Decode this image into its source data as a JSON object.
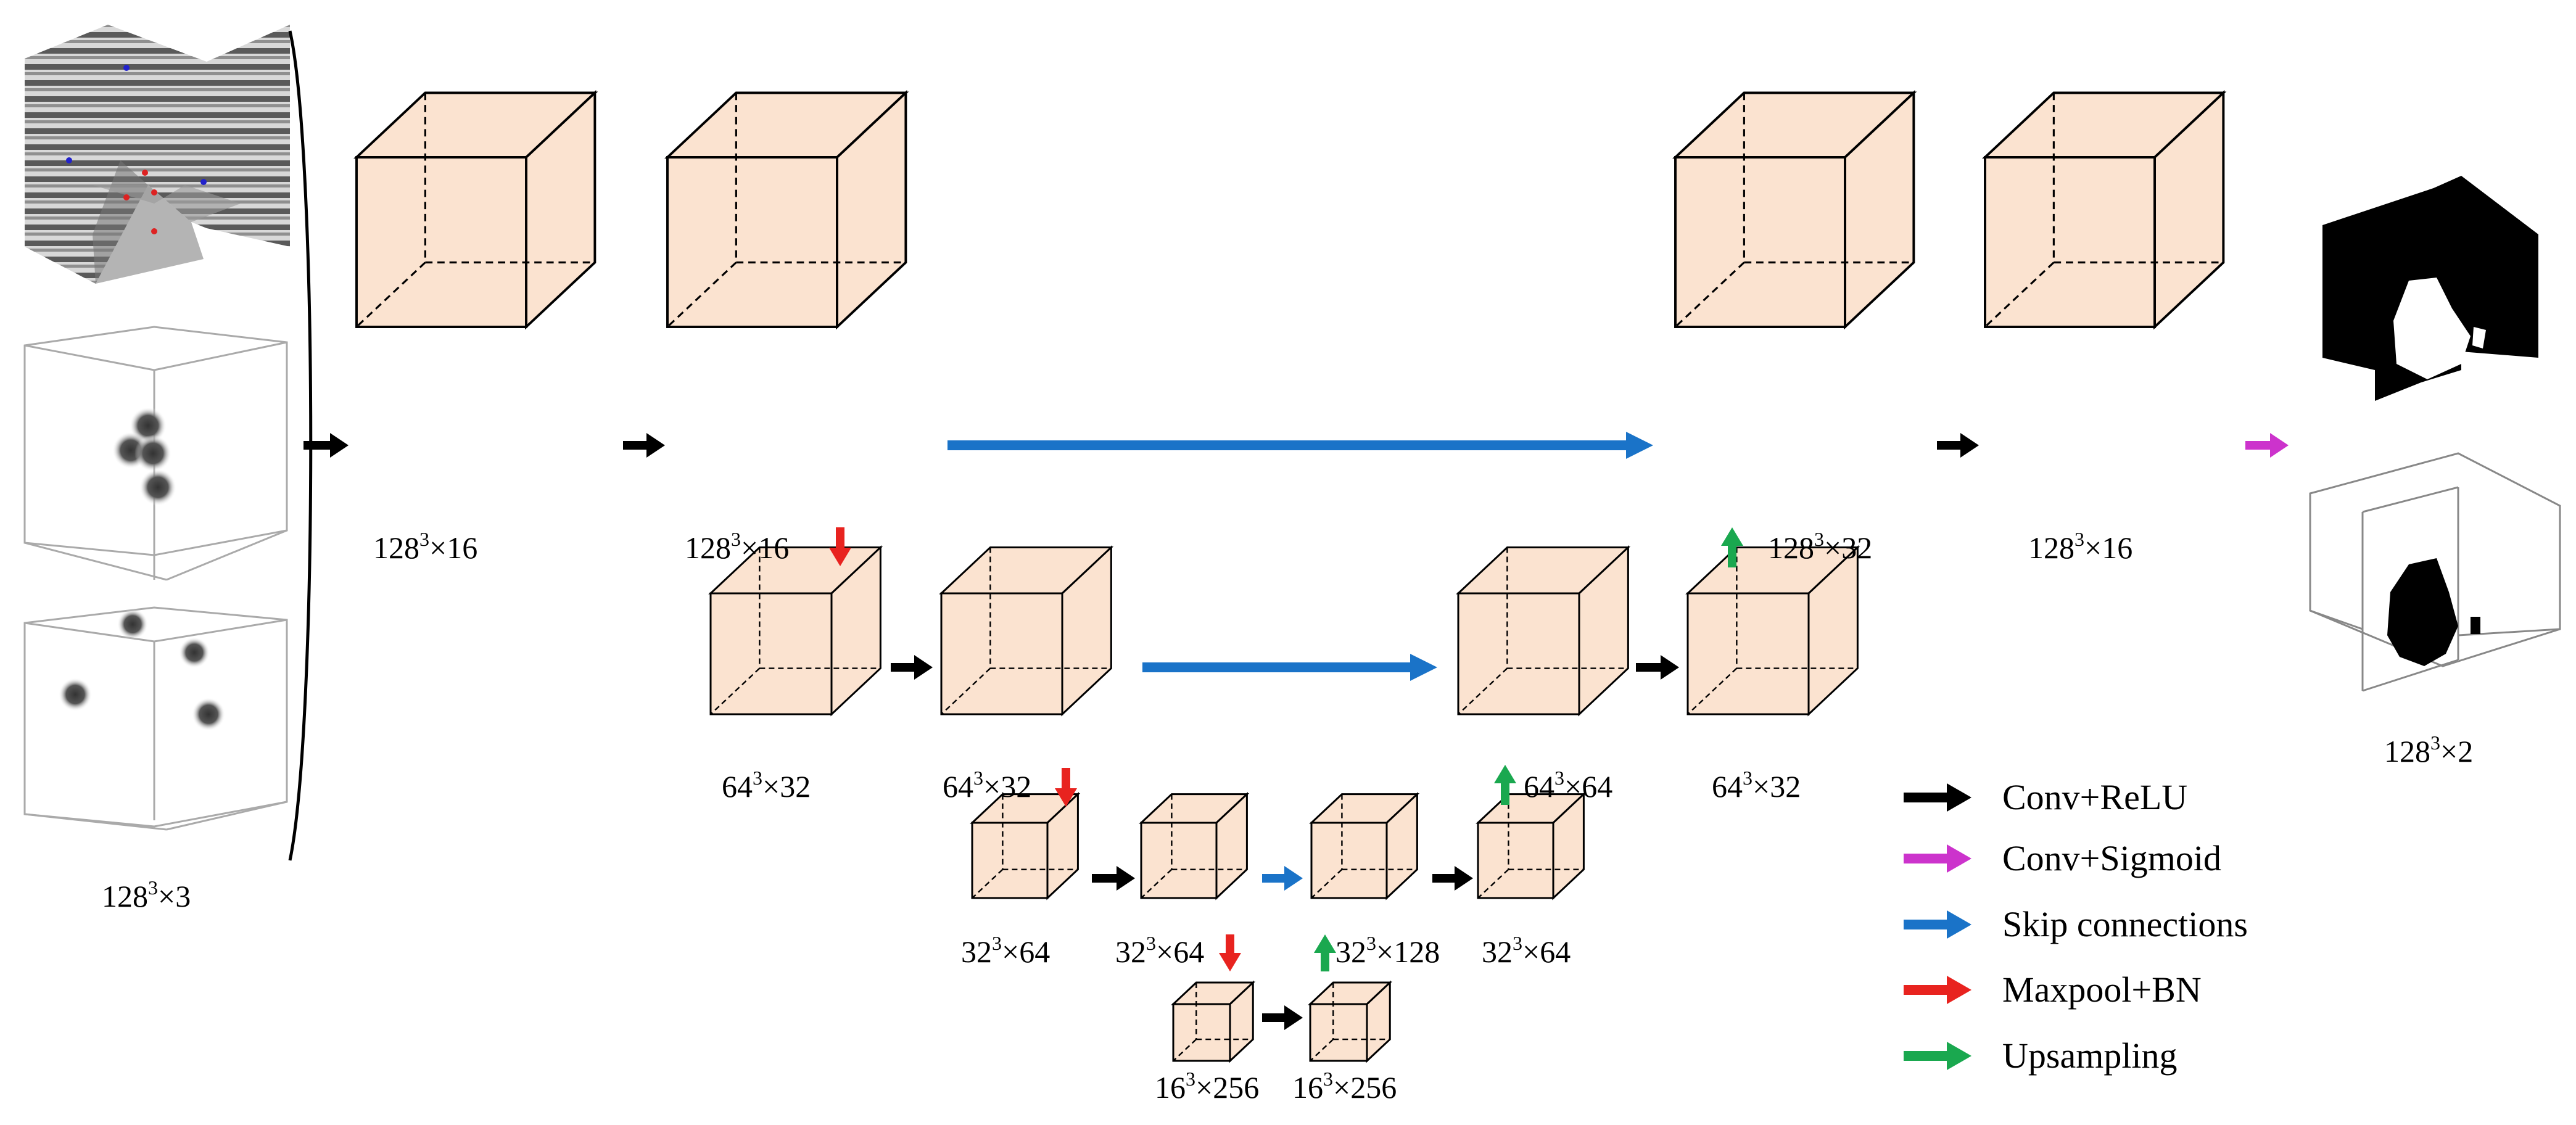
{
  "colors": {
    "cube_fill": "#fbe3d0",
    "conv_relu": "#000000",
    "conv_sigmoid": "#cc33cc",
    "skip": "#1a73c8",
    "maxpool": "#e8231f",
    "upsample": "#1aa84f"
  },
  "labels": {
    "input": [
      "128",
      "3",
      "×3"
    ],
    "enc1_a": [
      "128",
      "3",
      "×16"
    ],
    "enc1_b": [
      "128",
      "3",
      "×16"
    ],
    "enc2_a": [
      "64",
      "3",
      "×32"
    ],
    "enc2_b": [
      "64",
      "3",
      "×32"
    ],
    "enc3_a": [
      "32",
      "3",
      "×64"
    ],
    "enc3_b": [
      "32",
      "3",
      "×64"
    ],
    "bott_a": [
      "16",
      "3",
      "×256"
    ],
    "bott_b": [
      "16",
      "3",
      "×256"
    ],
    "dec3_a": [
      "32",
      "3",
      "×128"
    ],
    "dec3_b": [
      "32",
      "3",
      "×64"
    ],
    "dec2_a": [
      "64",
      "3",
      "×64"
    ],
    "dec2_b": [
      "64",
      "3",
      "×32"
    ],
    "dec1_a": [
      "128",
      "3",
      "×32"
    ],
    "dec1_b": [
      "128",
      "3",
      "×16"
    ],
    "output": [
      "128",
      "3",
      "×2"
    ]
  },
  "legend": [
    {
      "key": "conv_relu",
      "label": "Conv+ReLU"
    },
    {
      "key": "conv_sigmoid",
      "label": "Conv+Sigmoid"
    },
    {
      "key": "skip",
      "label": "Skip connections"
    },
    {
      "key": "maxpool",
      "label": "Maxpool+BN"
    },
    {
      "key": "upsample",
      "label": "Upsampling"
    }
  ]
}
